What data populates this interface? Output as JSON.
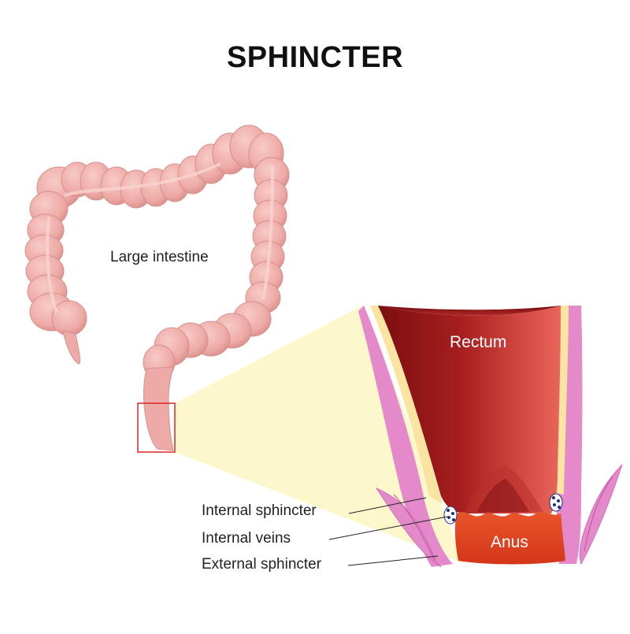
{
  "title": "SPHINCTER",
  "labels": {
    "large_intestine": "Large intestine",
    "rectum": "Rectum",
    "anus": "Anus",
    "internal_sphincter": "Internal sphincter",
    "internal_veins": "Internal veins",
    "external_sphincter": "External sphincter"
  },
  "colors": {
    "intestine": "#f2b5b1",
    "intestine_shade": "#d9908d",
    "zoom_beam": "#fcf8c8",
    "highlight_box": "#d9262b",
    "rectum_dark": "#8c1214",
    "rectum_light": "#e0514a",
    "anus": "#e0441f",
    "muscle_pink": "#e48acb",
    "fat_yellow": "#f9e4a2",
    "vein_blue": "#1c2f86"
  }
}
